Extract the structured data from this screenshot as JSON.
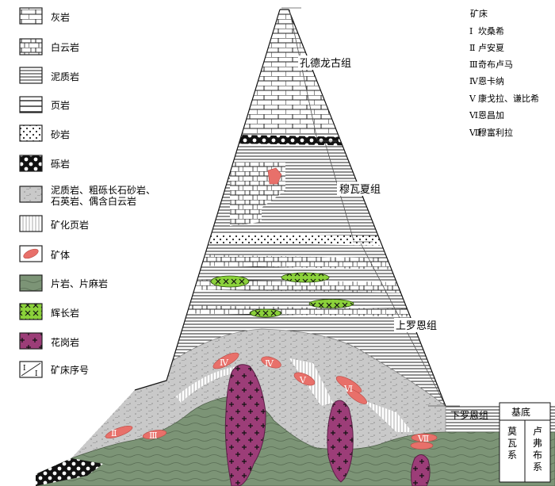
{
  "legend": {
    "items": [
      {
        "key": "limestone",
        "label": "灰岩"
      },
      {
        "key": "dolomite",
        "label": "白云岩"
      },
      {
        "key": "mudstone",
        "label": "泥质岩"
      },
      {
        "key": "shale",
        "label": "页岩"
      },
      {
        "key": "sandstone",
        "label": "砂岩"
      },
      {
        "key": "conglomerate",
        "label": "砾岩"
      },
      {
        "key": "mixed",
        "label": "泥质岩、粗砾长石砂岩、",
        "label2": "石英岩、偶含白云岩"
      },
      {
        "key": "mineralized_shale",
        "label": "矿化页岩"
      },
      {
        "key": "ore",
        "label": "矿体"
      },
      {
        "key": "schist",
        "label": "片岩、片麻岩"
      },
      {
        "key": "gabbro",
        "label": "辉长岩"
      },
      {
        "key": "granite",
        "label": "花岗岩"
      },
      {
        "key": "deposit_no",
        "label": "矿床序号",
        "symbol": "I"
      }
    ]
  },
  "deposits": {
    "title": "矿床",
    "items": [
      {
        "numeral": "Ⅰ",
        "name": "坎桑希"
      },
      {
        "numeral": "Ⅱ",
        "name": "卢安夏"
      },
      {
        "numeral": "Ⅲ",
        "name": "奇布卢马"
      },
      {
        "numeral": "Ⅳ",
        "name": "恩卡纳"
      },
      {
        "numeral": "Ⅴ",
        "name": "康戈拉、谦比希"
      },
      {
        "numeral": "Ⅵ",
        "name": "恩昌加"
      },
      {
        "numeral": "Ⅶ",
        "name": "穆富利拉"
      }
    ]
  },
  "formations": {
    "kundelungu": "孔德龙古组",
    "mwashia": "穆瓦夏组",
    "upper_roan": "上罗恩组",
    "lower_roan": "下罗恩组"
  },
  "basement": {
    "title": "基底",
    "col1": "莫瓦系",
    "col2": "卢弗布系"
  },
  "ore_labels": [
    "Ⅱ",
    "Ⅲ",
    "Ⅳ",
    "Ⅳ",
    "Ⅴ",
    "Ⅵ",
    "Ⅶ"
  ],
  "colors": {
    "ore": "#e8706a",
    "schist": "#7c9476",
    "gabbro": "#8bd13a",
    "granite": "#9c3d78",
    "gray": "#c4c4c4"
  }
}
